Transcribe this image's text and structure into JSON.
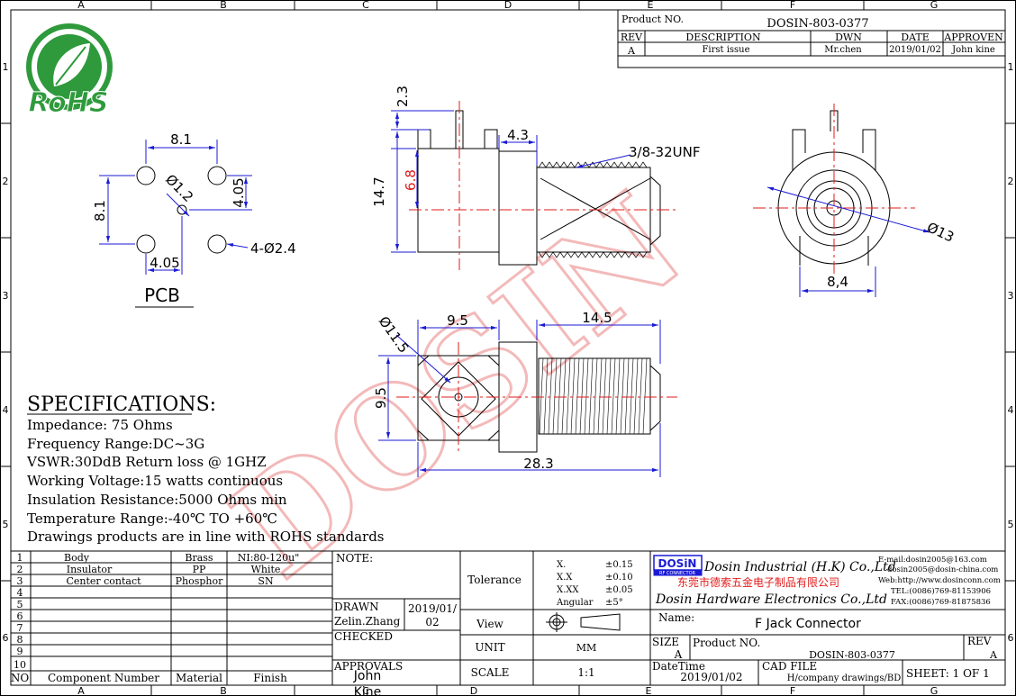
{
  "grid": {
    "cols": [
      "A",
      "B",
      "C",
      "D",
      "E",
      "F",
      "G"
    ],
    "rows": [
      "1",
      "2",
      "3",
      "4",
      "5",
      "6"
    ]
  },
  "logo": {
    "text": "RoHS"
  },
  "header": {
    "product_no_label": "Product NO.",
    "product_no": "DOSIN-803-0377",
    "rev_label": "REV",
    "desc_label": "DESCRIPTION",
    "dwn_label": "DWN",
    "date_label": "DATE",
    "approven_label": "APPROVEN",
    "rev": "A",
    "desc": "First issue",
    "dwn": "Mr.chen",
    "date": "2019/01/02",
    "approven": "John kine"
  },
  "pcb": {
    "title": "PCB",
    "dim_top": "8.1",
    "dim_left": "8.1",
    "dim_right": "4.05",
    "dim_bottom": "4.05",
    "dim_dia": "Ø1.2",
    "dim_holes": "4-Ø2.4"
  },
  "side_view": {
    "dim_23": "2.3",
    "dim_147": "14.7",
    "dim_68": "6.8",
    "dim_43": "4.3",
    "thread": "3/8-32UNF"
  },
  "end_view": {
    "dim_dia": "Ø13",
    "dim_w": "8,4"
  },
  "top_view": {
    "dim_dia": "Ø11.5",
    "dim_95a": "9.5",
    "dim_145": "14.5",
    "dim_95b": "9.5",
    "dim_283": "28.3"
  },
  "watermark": "DOSIN",
  "specs": {
    "title": "SPECIFICATIONS:",
    "lines": [
      "Impedance: 75 Ohms",
      "Frequency Range:DC~3G",
      "VSWR:30DdB Return loss @ 1GHZ",
      "Working Voltage:15 watts continuous",
      "Insulation Resistance:5000 Ohms min",
      "Temperature Range:-40℃ TO +60℃",
      "Drawings products are in line with ROHS standards"
    ]
  },
  "bom": {
    "rows": [
      {
        "no": "1",
        "name": "Body",
        "material": "Brass",
        "finish": "NI:80-120u\""
      },
      {
        "no": "2",
        "name": "Insulator",
        "material": "PP",
        "finish": "White"
      },
      {
        "no": "3",
        "name": "Center contact",
        "material": "Phosphor",
        "finish": "SN"
      },
      {
        "no": "4",
        "name": "",
        "material": "",
        "finish": ""
      },
      {
        "no": "5",
        "name": "",
        "material": "",
        "finish": ""
      },
      {
        "no": "6",
        "name": "",
        "material": "",
        "finish": ""
      },
      {
        "no": "7",
        "name": "",
        "material": "",
        "finish": ""
      },
      {
        "no": "8",
        "name": "",
        "material": "",
        "finish": ""
      },
      {
        "no": "9",
        "name": "",
        "material": "",
        "finish": ""
      },
      {
        "no": "10",
        "name": "",
        "material": "",
        "finish": ""
      }
    ],
    "head_no": "NO",
    "head_name": "Component Number",
    "head_material": "Material",
    "head_finish": "Finish"
  },
  "note_label": "NOTE:",
  "drawn": {
    "label": "DRAWN",
    "name": "Zelin.Zhang",
    "date1": "2019/01/",
    "date2": "02"
  },
  "checked_label": "CHECKED",
  "approvals": {
    "label": "APPROVALS",
    "name": "John",
    "name2": "Kine"
  },
  "tolerance": {
    "label": "Tolerance",
    "rows": [
      [
        "X.",
        "±0.15"
      ],
      [
        "X.X",
        "±0.10"
      ],
      [
        "X.XX",
        "±0.05"
      ],
      [
        "Angular",
        "±5°"
      ]
    ]
  },
  "view_label": "View",
  "unit_label": "UNIT",
  "unit": "MM",
  "scale_label": "SCALE",
  "scale": "1:1",
  "company": {
    "badge": "DOSiN",
    "badge_sub": "RF CONNECTOR",
    "name_en1": "Dosin Industrial (H.K) Co.,Ltd",
    "name_cn": "东莞市德索五金电子制品有限公司",
    "name_en2": "Dosin Hardware Electronics Co.,Ltd",
    "email": "E-mail:dosin2005@163.com",
    "email2": "dosin2005@dosin-china.com",
    "web": "Web:http://www.dosinconn.com",
    "tel": "TEL:(0086)769-81153906",
    "fax": "FAX:(0086)769-81875836"
  },
  "name_block": {
    "label": "Name:",
    "value": "F Jack Connector"
  },
  "size": {
    "label": "SIZE",
    "value": "A"
  },
  "product_no2": {
    "label": "Product NO.",
    "value": "DOSIN-803-0377"
  },
  "rev2": {
    "label": "REV",
    "value": "A"
  },
  "datetime": {
    "label": "DateTime",
    "value": "2019/01/02"
  },
  "cad": {
    "label": "CAD FILE",
    "value": "H/company drawings/BD"
  },
  "sheet": "SHEET: 1 OF 1",
  "colors": {
    "blue": "#1a1ad6",
    "red": "#e21b1b",
    "green": "#2e9a3c",
    "watermark": "#f6c9c9"
  }
}
